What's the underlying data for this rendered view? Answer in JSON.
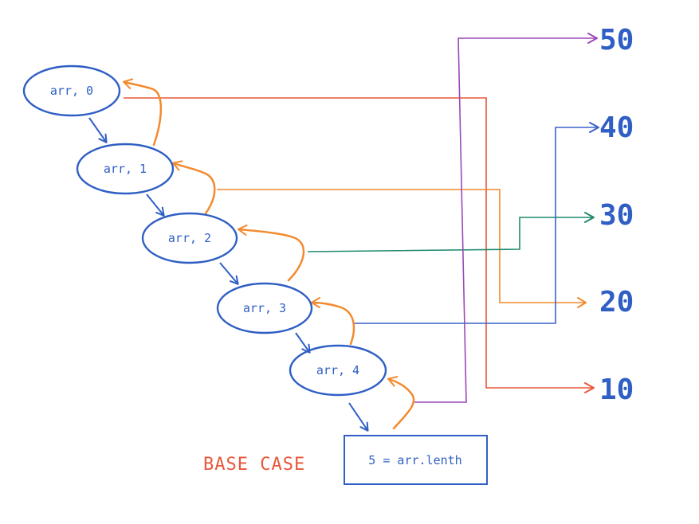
{
  "nodes": [
    "arr, 0",
    "arr, 1",
    "arr, 2",
    "arr, 3",
    "arr, 4"
  ],
  "outputs": [
    "50",
    "40",
    "30",
    "20",
    "10"
  ],
  "base_case": {
    "label": "BASE CASE",
    "condition": "5 = arr.lenth"
  },
  "colors": {
    "call": "#2f5fc4",
    "return": "#f28a2e",
    "line_10": "#e8573a",
    "line_20": "#f28a2e",
    "line_30": "#1f8a6e",
    "line_40": "#3a64c9",
    "line_50": "#9a48b8",
    "base_label": "#e8573a"
  }
}
